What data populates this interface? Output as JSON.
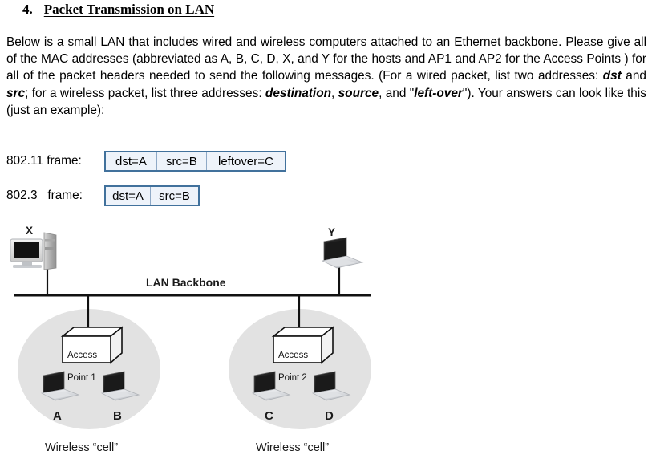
{
  "heading": {
    "number": "4.",
    "title": "Packet Transmission on LAN"
  },
  "intro": {
    "part1": "Below is a small LAN that includes wired and wireless computers attached to an Ethernet backbone. Please give all of the MAC addresses (abbreviated as A, B, C, D, X, and Y for the hosts and AP1 and AP2 for the Access Points ) for all of the packet headers needed to send the following messages. (For a wired packet, list two addresses: ",
    "bold_dst": "dst",
    "part2": " and ",
    "bold_src": "src",
    "part3": "; for a wireless packet, list three addresses: ",
    "bold_destination": "destination",
    "part4": ", ",
    "bold_source": "source",
    "part5": ", and \"",
    "bold_leftover": "left-over",
    "part6": "\").   Your answers can look like this (just an example):"
  },
  "examples": [
    {
      "label": "802.11 frame:",
      "cells": [
        "dst=A",
        "src=B",
        "leftover=C"
      ]
    },
    {
      "label": "802.3   frame:",
      "cells": [
        "dst=A",
        "src=B"
      ]
    }
  ],
  "diagram": {
    "backbone_label": "LAN Backbone",
    "wired_hosts": [
      {
        "label": "X",
        "device": "desktop-computer"
      },
      {
        "label": "Y",
        "device": "laptop-computer"
      }
    ],
    "cells": [
      {
        "ap_line1": "Access",
        "ap_line2": "Point 1",
        "caption": "Wireless “cell”",
        "stations": [
          "A",
          "B"
        ]
      },
      {
        "ap_line1": "Access",
        "ap_line2": "Point 2",
        "caption": "Wireless “cell”",
        "stations": [
          "C",
          "D"
        ]
      }
    ]
  },
  "colors": {
    "frame_border": "#41719c",
    "frame_fill": "#eef3fa",
    "cell_fill": "#e2e2e2",
    "line": "#111111"
  }
}
